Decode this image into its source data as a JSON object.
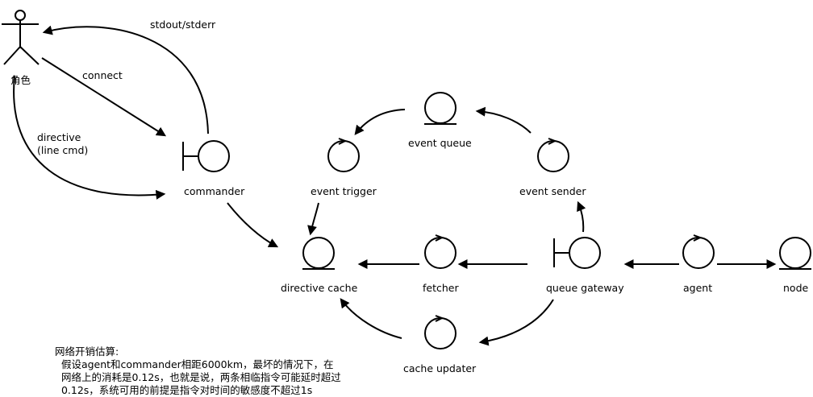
{
  "diagram": {
    "actor": {
      "label": "角色"
    },
    "edges": {
      "stdout": "stdout/stderr",
      "connect": "connect",
      "directive_line1": "directive",
      "directive_line2": "(line cmd)"
    },
    "nodes": {
      "commander": "commander",
      "directive_cache": "directive cache",
      "event_trigger": "event trigger",
      "event_queue": "event queue",
      "event_sender": "event sender",
      "fetcher": "fetcher",
      "queue_gateway": "queue gateway",
      "agent": "agent",
      "node": "node",
      "cache_updater": "cache updater"
    }
  },
  "note": {
    "title": "网络开销估算:",
    "line1": "  假设agent和commander相距6000km，最坏的情况下，在",
    "line2": "  网络上的消耗是0.12s，也就是说，两条相临指令可能延时超过",
    "line3": "  0.12s，系统可用的前提是指令对时间的敏感度不超过1s"
  }
}
